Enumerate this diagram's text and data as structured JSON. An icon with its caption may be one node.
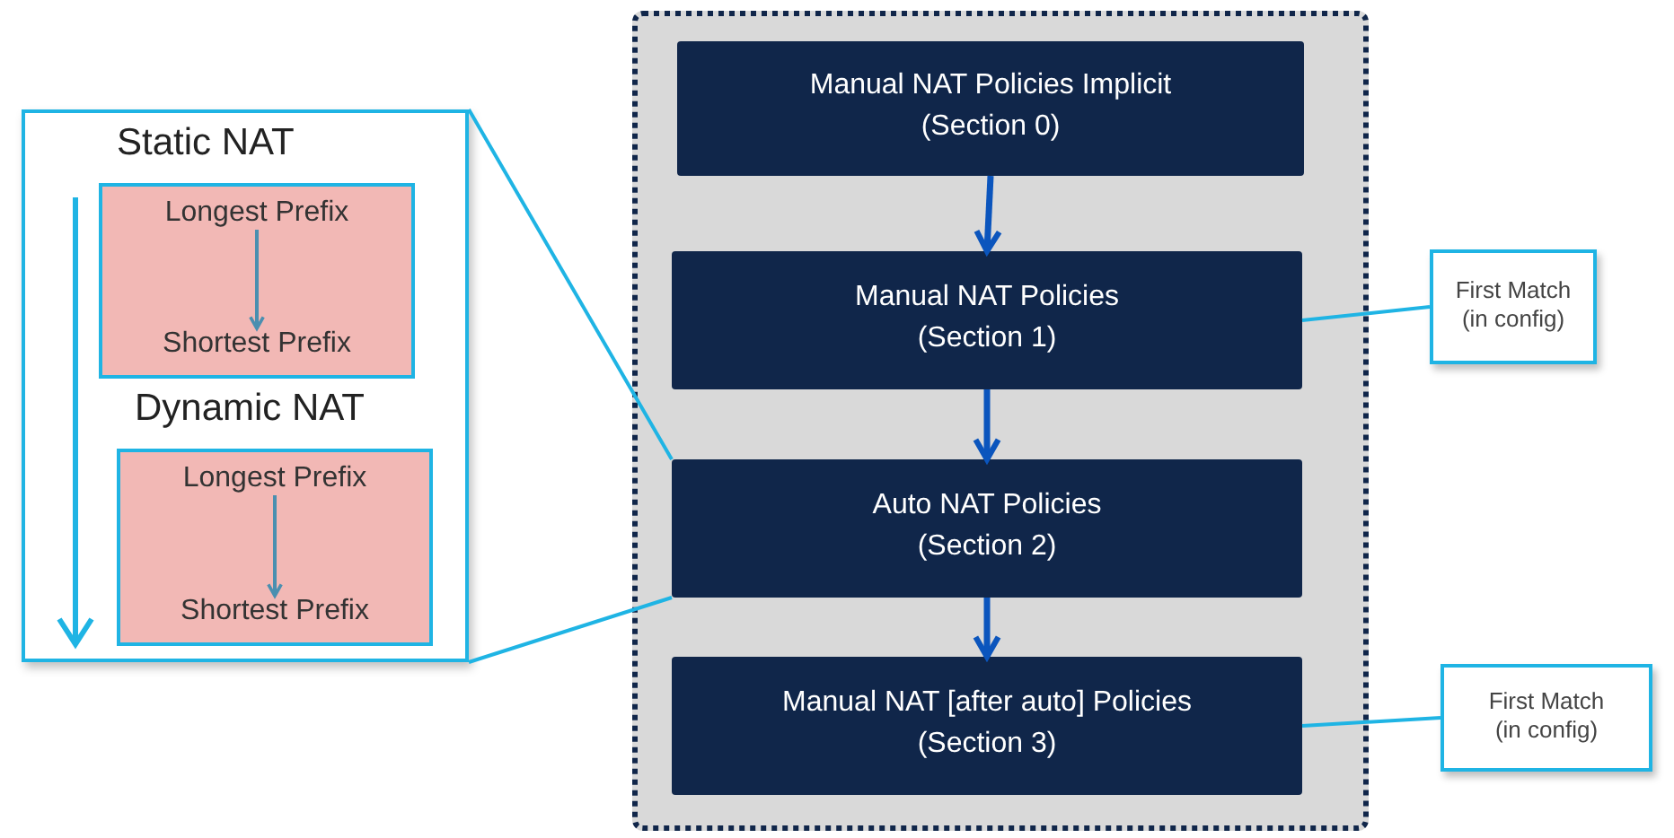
{
  "diagram": {
    "nodes": [
      {
        "text": [],
        "shape": "box"
      },
      {
        "text": [
          "Static NAT"
        ],
        "in": 0
      },
      {
        "text": [
          "Longest Prefix"
        ],
        "in": 1
      },
      {
        "text": [
          "Shortest Prefix"
        ],
        "in": 1
      },
      {
        "text": [
          "Dynamic NAT"
        ],
        "in": 0
      },
      {
        "text": [
          "Longest Prefix"
        ],
        "in": 4
      },
      {
        "text": [
          "Shortest Prefix"
        ],
        "in": 4
      },
      {
        "text": [],
        "shape": "box"
      },
      {
        "text": [
          "Manual NAT Policies Implicit",
          "(Section 0)"
        ],
        "in": 7
      },
      {
        "text": [
          "Manual NAT Policies",
          "(Section 1)"
        ],
        "in": 7
      },
      {
        "text": [
          "Auto NAT Policies",
          "(Section 2)"
        ],
        "in": 7
      },
      {
        "text": [
          "Manual NAT [after auto] Policies",
          "(Section 3)"
        ],
        "in": 7
      },
      {
        "text": [
          "First Match (in config)"
        ]
      },
      {
        "text": [
          "First Match (in config)"
        ]
      }
    ],
    "edges": [
      {
        "from": 2,
        "to": 3,
        "arrow": "to",
        "color": "#4a8fb0"
      },
      {
        "from": 5,
        "to": 6,
        "arrow": "to",
        "color": "#4a8fb0"
      },
      {
        "from": 8,
        "to": 9,
        "arrow": "to",
        "color": "#0b55bd"
      },
      {
        "from": 9,
        "to": 10,
        "arrow": "to",
        "color": "#0b55bd"
      },
      {
        "from": 10,
        "to": 11,
        "arrow": "to",
        "color": "#0b55bd"
      },
      {
        "from": 12,
        "to": 9,
        "arrow": "none"
      },
      {
        "from": 13,
        "to": 11,
        "arrow": "none"
      },
      {
        "from": 0,
        "to": 10,
        "arrow": "none"
      },
      {
        "from": 0,
        "to": 10,
        "arrow": "none"
      }
    ]
  }
}
